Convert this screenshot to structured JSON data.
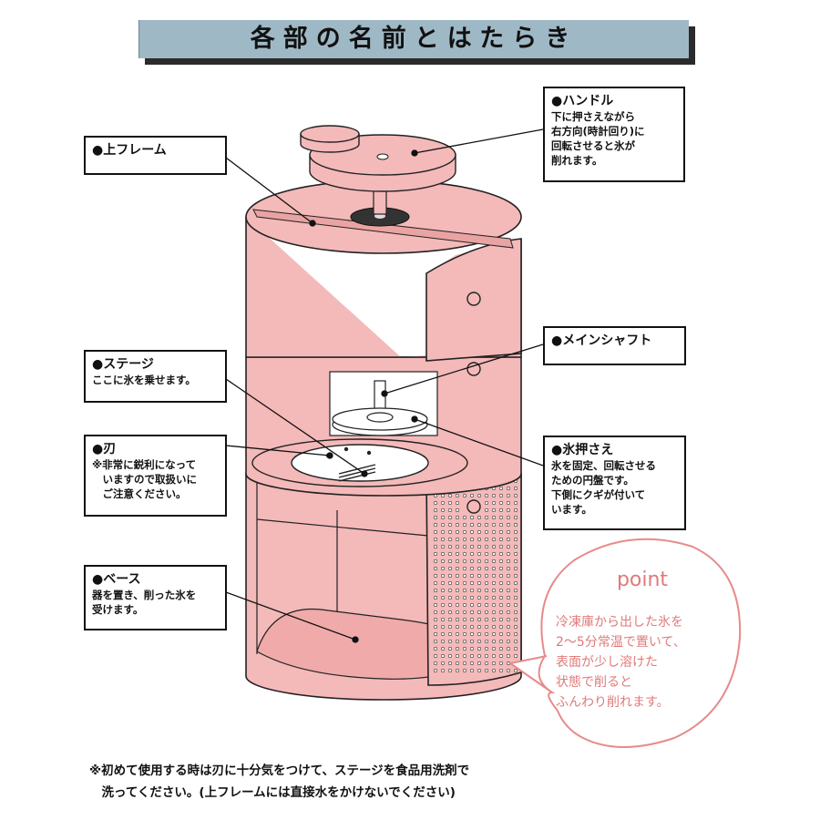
{
  "header": {
    "title": "各部の名前とはたらき"
  },
  "labels": {
    "handle": {
      "title": "●ハンドル",
      "desc": "下に押さえながら\n右方向(時計回り)に\n回転させると氷が\n削れます。"
    },
    "upper_frame": {
      "title": "●上フレーム"
    },
    "main_shaft": {
      "title": "●メインシャフト"
    },
    "stage": {
      "title": "●ステージ",
      "desc": "ここに氷を乗せます。"
    },
    "blade": {
      "title": "●刃",
      "desc": "※非常に鋭利になって\n　いますので取扱いに\n　ご注意ください。"
    },
    "ice_press": {
      "title": "●氷押さえ",
      "desc": "氷を固定、回転させる\nための円盤です。\n下側にクギが付いて\nいます。"
    },
    "base": {
      "title": "●ベース",
      "desc": "器を置き、削った氷を\n受けます。"
    }
  },
  "point": {
    "title": "point",
    "body": "冷凍庫から出した氷を\n2～5分常温で置いて、\n表面が少し溶けた\n状態で削ると\nふんわり削れます。"
  },
  "footnote": "※初めて使用する時は刃に十分気をつけて、ステージを食品用洗剤で\n　洗ってください。(上フレームには直接水をかけないでください)",
  "colors": {
    "body": "#f4b9b9",
    "body_shade": "#eaa3a3",
    "point_outline": "#e88a8a",
    "title_bar": "#9fb8c5"
  }
}
